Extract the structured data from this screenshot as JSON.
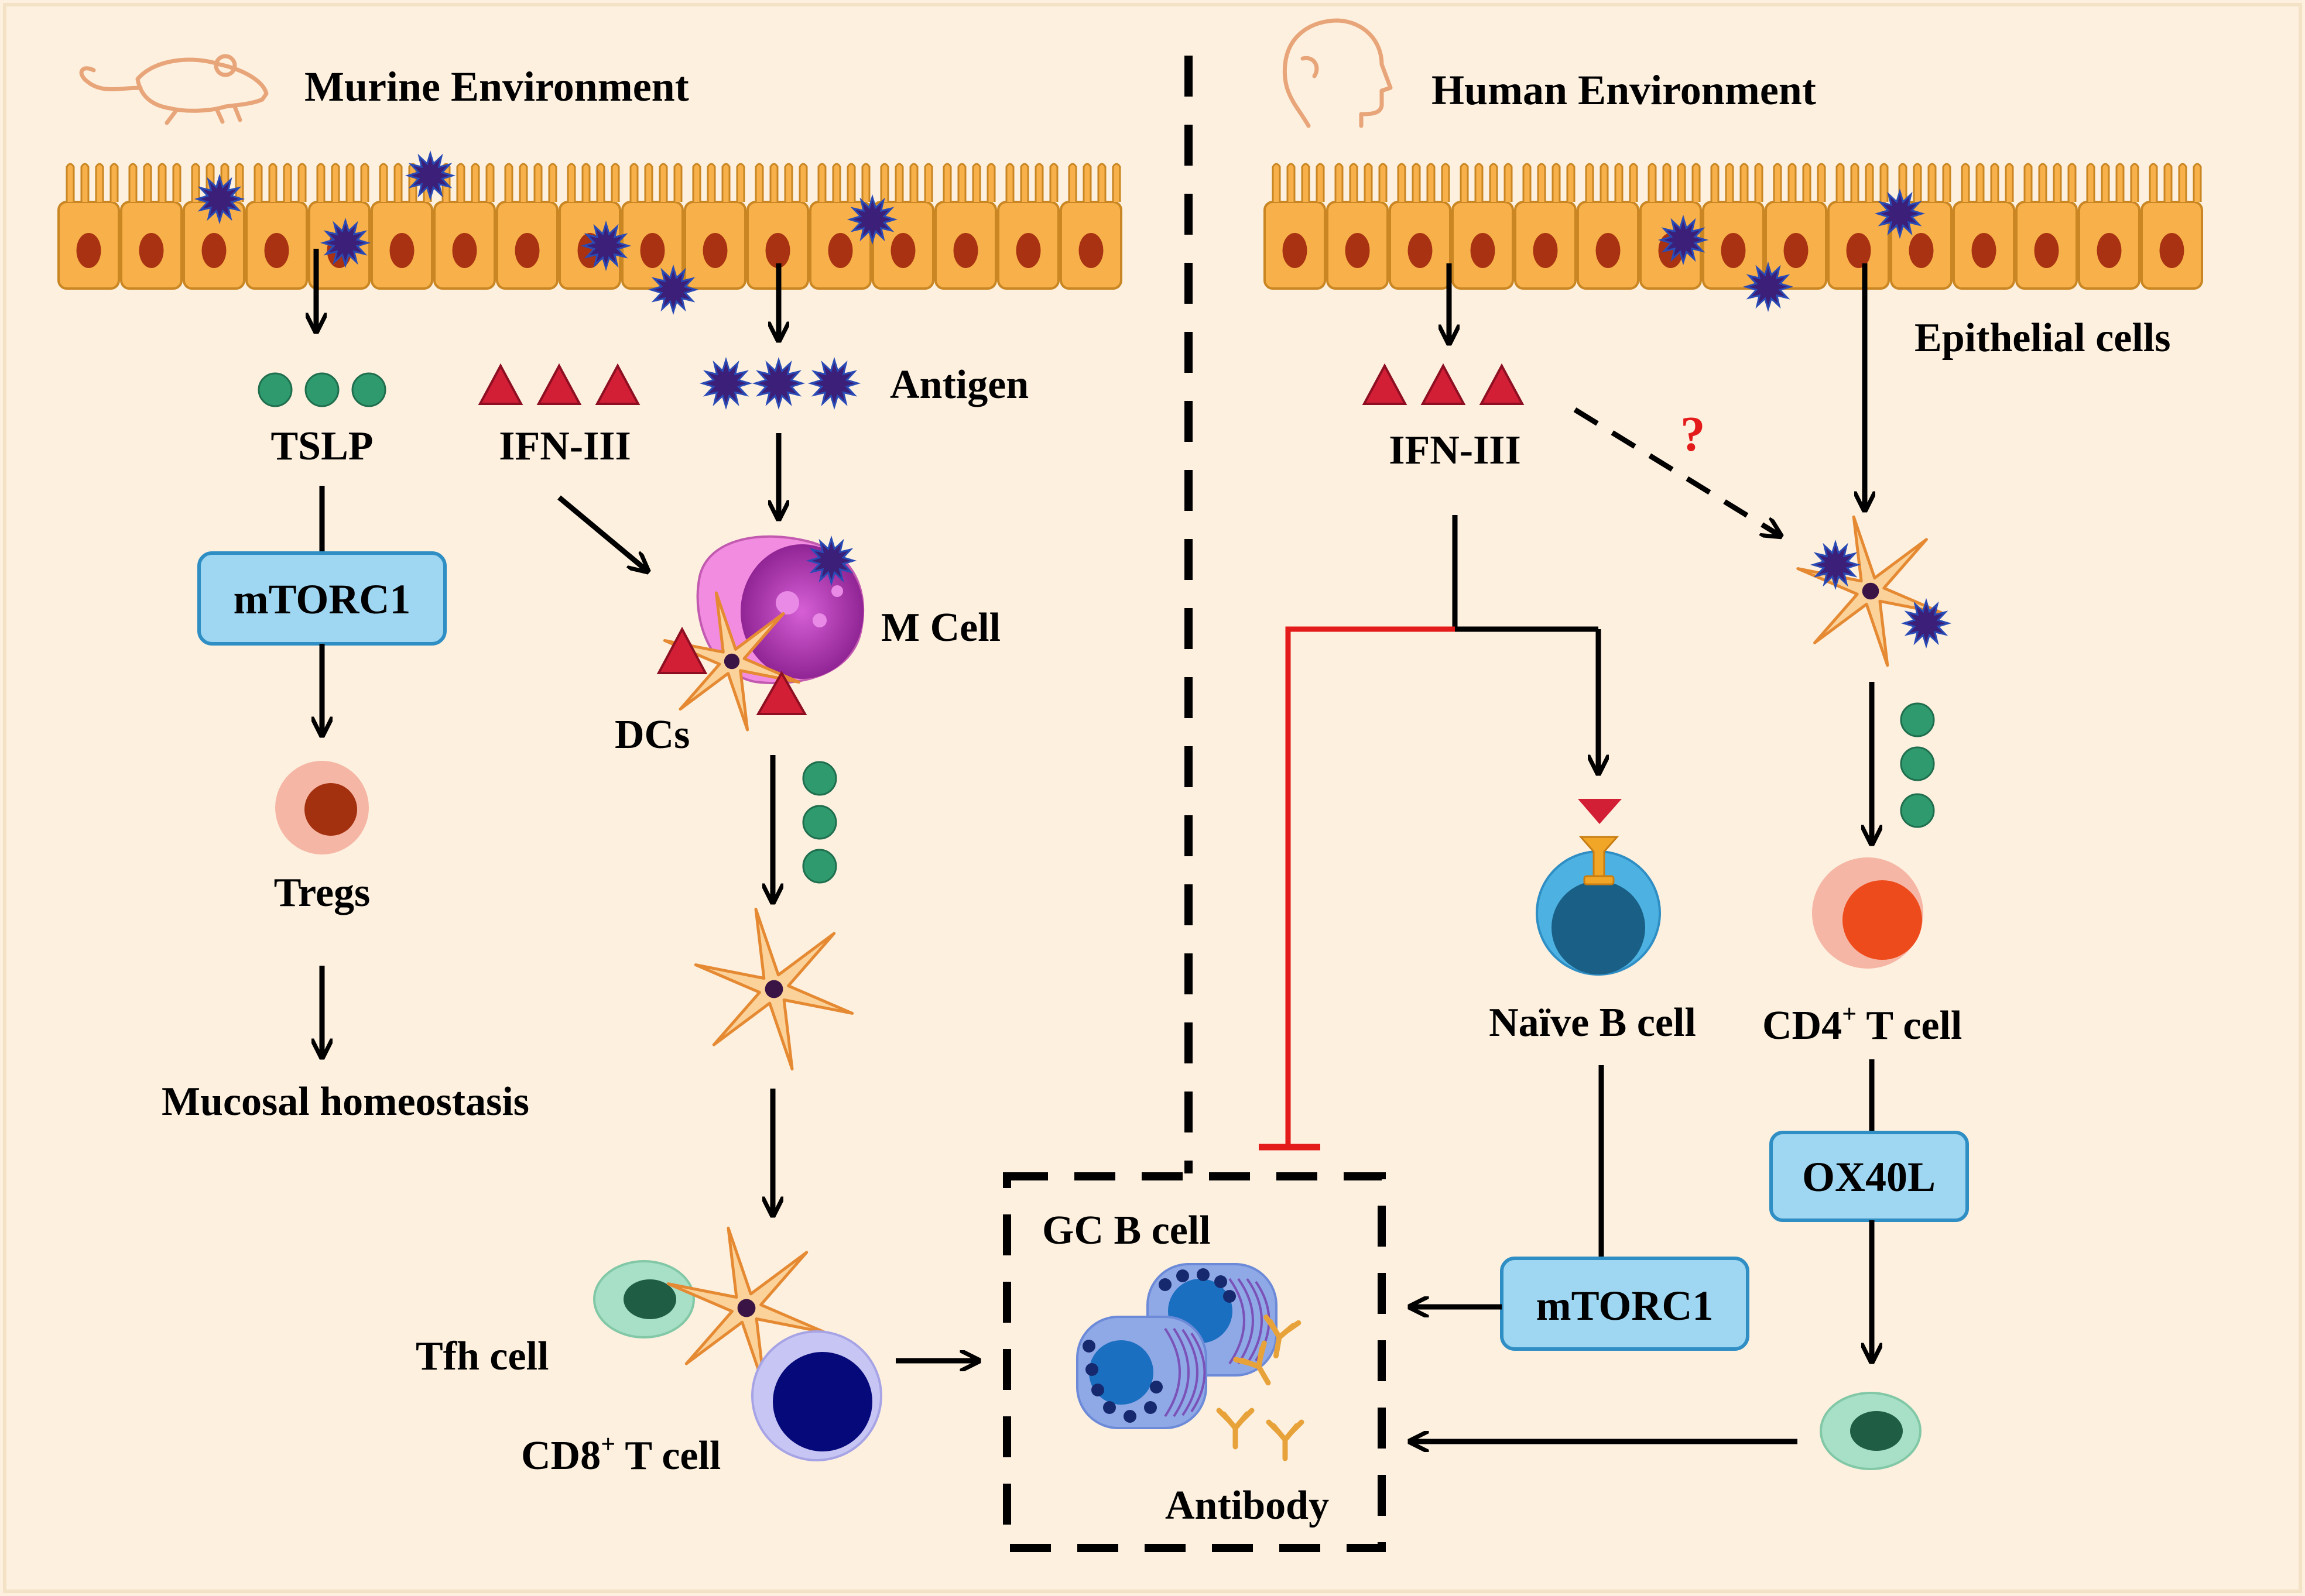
{
  "colors": {
    "background": "#fdf0df",
    "epithelium": "#f7b04a",
    "nucleus": "#a83212",
    "antigen": "#3b1f78",
    "ifn": "#d21f36",
    "tslp": "#2e9a6e",
    "box_fill": "#9fd6f1",
    "box_border": "#2f8ec4",
    "inhibit": "#e31b1b",
    "question": "#e31b1b"
  },
  "panels": {
    "murine_title": "Murine Environment",
    "human_title": "Human Environment"
  },
  "murine": {
    "tslp": "TSLP",
    "ifn": "IFN-III",
    "antigen": "Antigen",
    "mtorc1": "mTORC1",
    "m_cell": "M Cell",
    "dcs": "DCs",
    "tregs": "Tregs",
    "mucosal": "Mucosal homeostasis",
    "tfh": "Tfh cell",
    "cd8_main": "CD8",
    "cd8_sup": "+",
    "cd8_rest": " T cell"
  },
  "human": {
    "epithelial": "Epithelial cells",
    "ifn": "IFN-III",
    "question": "?",
    "naive_b": "Naïve B cell",
    "cd4_main": "CD4",
    "cd4_sup": "+",
    "cd4_rest": " T cell",
    "ox40l": "OX40L",
    "mtorc1": "mTORC1"
  },
  "center": {
    "gc_b": "GC B cell",
    "antibody": "Antibody"
  }
}
